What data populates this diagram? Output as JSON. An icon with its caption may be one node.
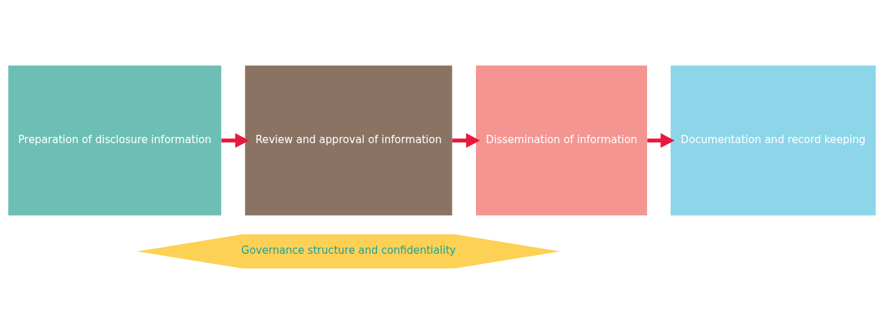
{
  "diagram": {
    "nodes": [
      {
        "text": [
          "Preparation of disclosure information"
        ]
      },
      {
        "text": [
          "Review and approval of information"
        ]
      },
      {
        "text": [
          "Dissemination of information"
        ]
      },
      {
        "text": [
          "Documentation and record keeping"
        ]
      },
      {
        "text": [
          "Governance structure and confidentiality"
        ]
      }
    ],
    "edges": [
      {
        "from": 0,
        "to": 1,
        "arrow": "to"
      },
      {
        "from": 1,
        "to": 2,
        "arrow": "to"
      },
      {
        "from": 2,
        "to": 3,
        "arrow": "to"
      }
    ]
  }
}
